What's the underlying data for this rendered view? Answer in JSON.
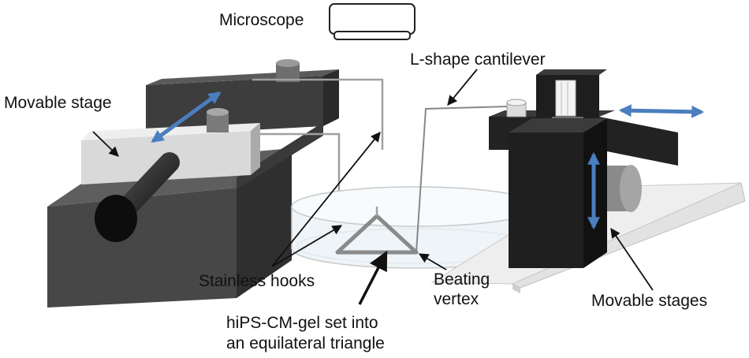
{
  "labels": {
    "microscope": "Microscope",
    "l_shape_cantilever": "L-shape cantilever",
    "movable_stage": "Movable stage",
    "stainless_hooks": "Stainless hooks",
    "beating_vertex_line1": "Beating",
    "beating_vertex_line2": "vertex",
    "gel_line1": "hiPS-CM-gel set into",
    "gel_line2": "an equilateral triangle",
    "movable_stages": "Movable stages"
  },
  "colors": {
    "arrow_blue": "#4a7ebf",
    "dark_block": "#3a3a3a",
    "black_block": "#1c1c1c",
    "light_block": "#d6d6d6",
    "dish": "#e4eef4",
    "plate": "#e8e8e8"
  }
}
